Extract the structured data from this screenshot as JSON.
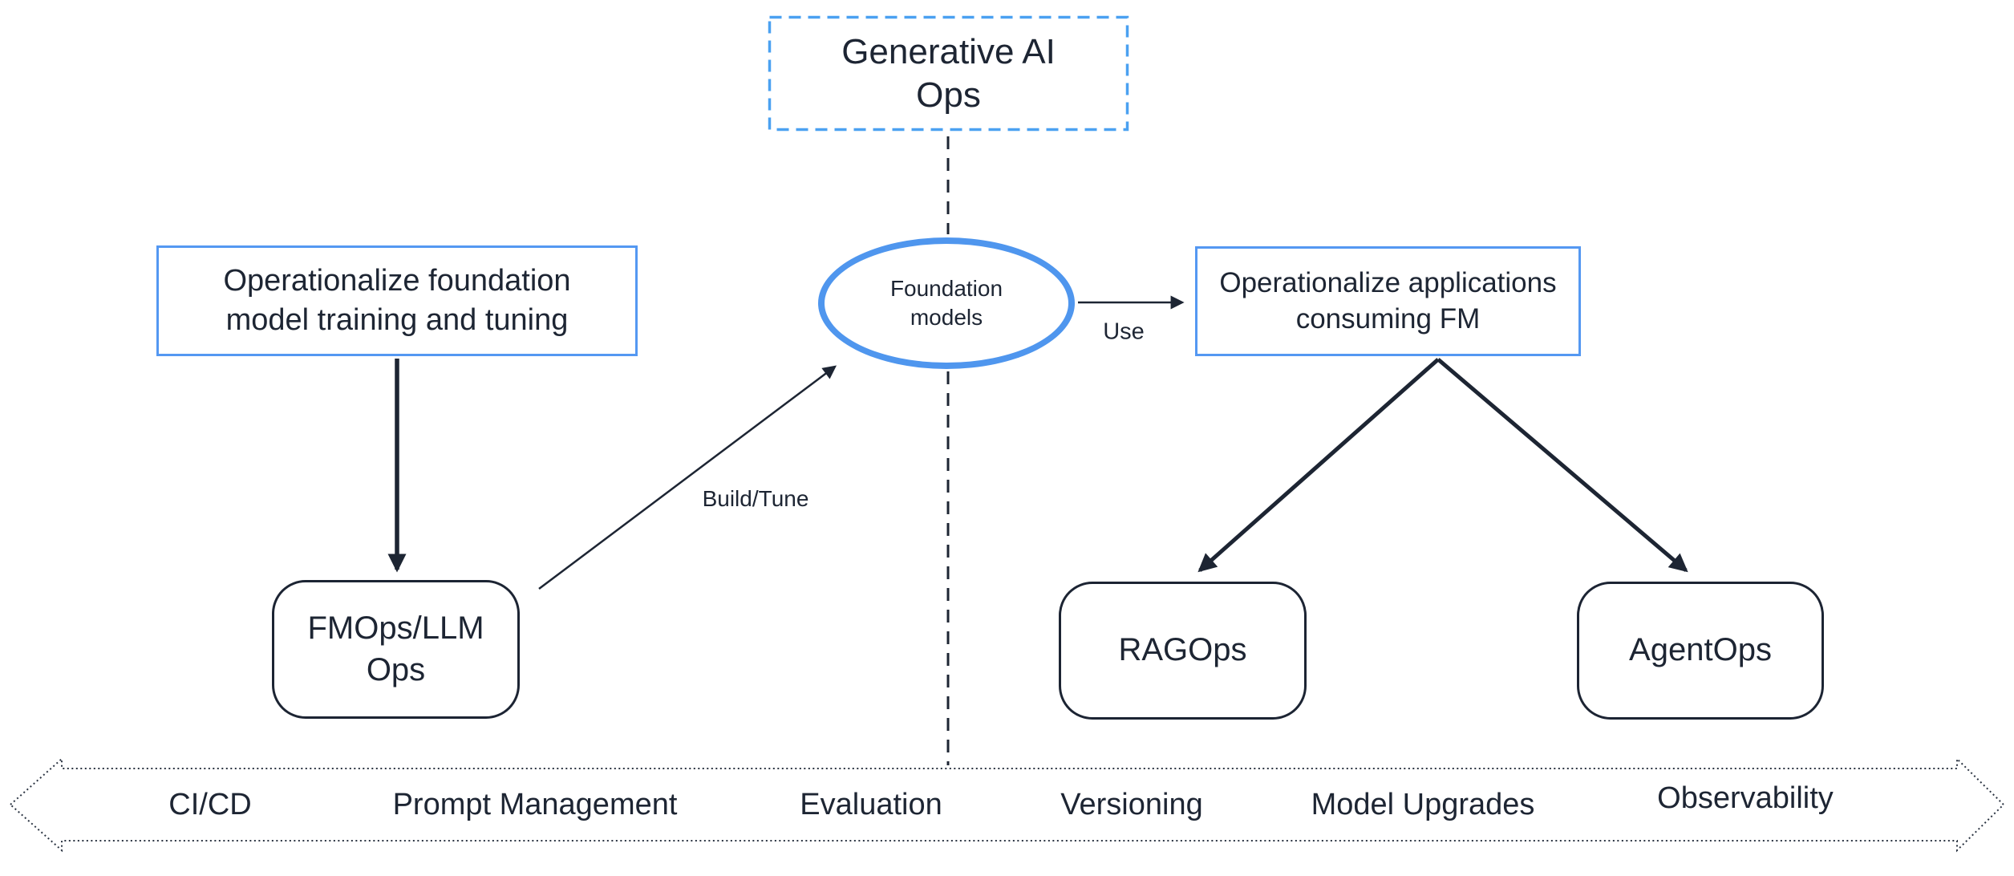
{
  "title": {
    "text": "Generative AI\nOps"
  },
  "nodes": {
    "train": {
      "label": "Operationalize foundation\nmodel training and tuning"
    },
    "fmops": {
      "label": "FMOps/LLM\nOps"
    },
    "foundation": {
      "label": "Foundation\nmodels"
    },
    "consume": {
      "label": "Operationalize applications\nconsuming FM"
    },
    "ragops": {
      "label": "RAGOps"
    },
    "agentops": {
      "label": "AgentOps"
    }
  },
  "edges": {
    "build_tune_label": "Build/Tune",
    "use_label": "Use"
  },
  "banner": {
    "items": [
      "CI/CD",
      "Prompt Management",
      "Evaluation",
      "Versioning",
      "Model Upgrades",
      "Observability"
    ]
  },
  "colors": {
    "box_border_blue": "#5498f2",
    "ellipse_border_blue": "#4f96ee",
    "dashed_box_blue": "#4ba1f1",
    "dark_ink": "#1d2533"
  }
}
